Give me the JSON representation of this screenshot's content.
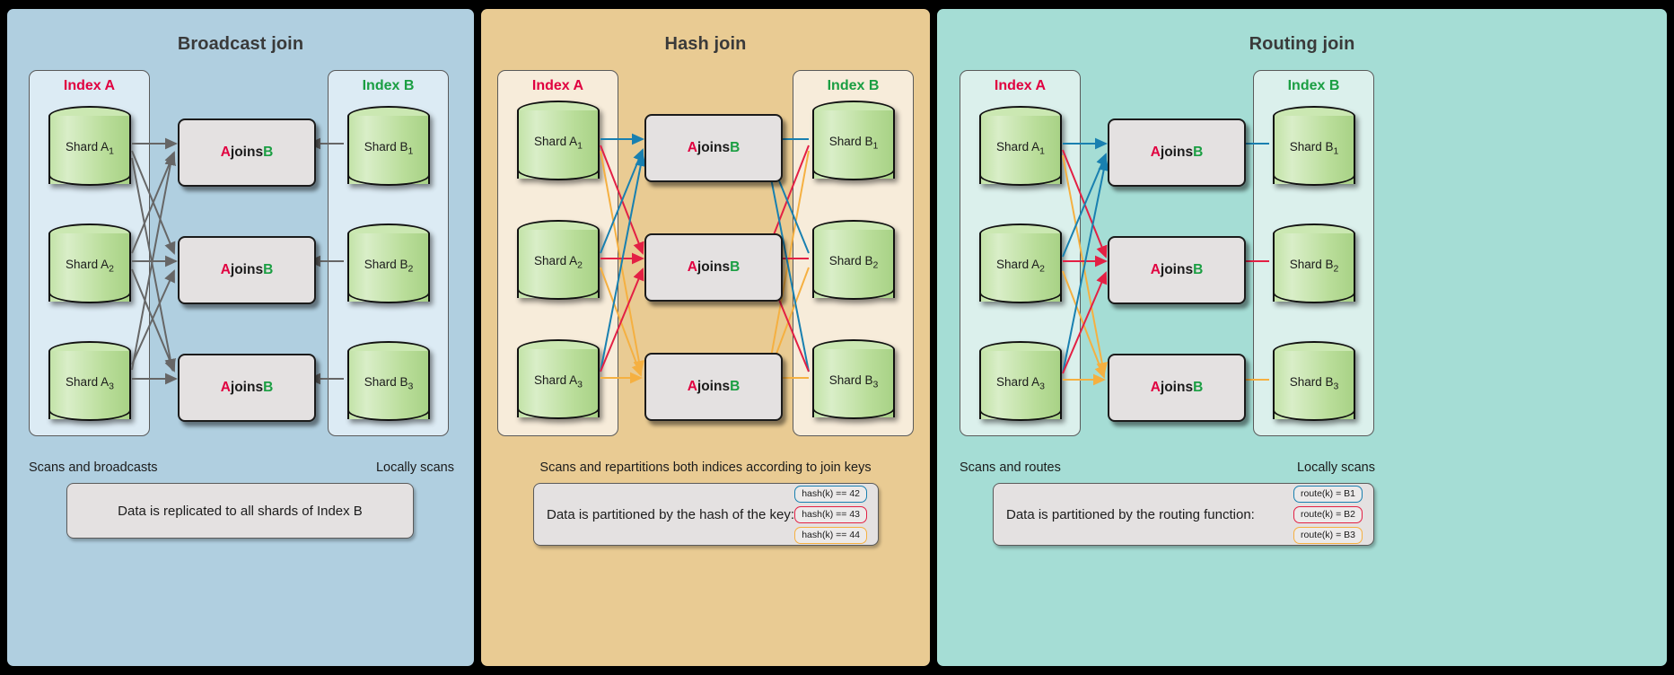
{
  "panels": [
    {
      "id": "broadcast",
      "title": "Broadcast join",
      "bg": "#b0cfe0",
      "index_a_label": "Index A",
      "index_b_label": "Index B",
      "shards_a": [
        "Shard A",
        "Shard A",
        "Shard A"
      ],
      "shards_a_sub": [
        "1",
        "2",
        "3"
      ],
      "shards_b": [
        "Shard B",
        "Shard B",
        "Shard B"
      ],
      "shards_b_sub": [
        "1",
        "2",
        "3"
      ],
      "join_label_a": "A",
      "join_label_mid": " joins ",
      "join_label_b": "B",
      "caption_left": "Scans and broadcasts",
      "caption_right": "Locally scans",
      "explain_text": "Data is replicated to all shards of Index B",
      "badges": []
    },
    {
      "id": "hash",
      "title": "Hash join",
      "bg": "#e9cb93",
      "index_a_label": "Index A",
      "index_b_label": "Index B",
      "shards_a": [
        "Shard A",
        "Shard A",
        "Shard A"
      ],
      "shards_a_sub": [
        "1",
        "2",
        "3"
      ],
      "shards_b": [
        "Shard B",
        "Shard B",
        "Shard B"
      ],
      "shards_b_sub": [
        "1",
        "2",
        "3"
      ],
      "join_label_a": "A",
      "join_label_mid": " joins ",
      "join_label_b": "B",
      "caption_center": "Scans and repartitions both indices according to join keys",
      "explain_text": "Data is partitioned by the hash of the key:",
      "badges": [
        {
          "text": "hash(k) == 42",
          "color": "blue"
        },
        {
          "text": "hash(k) == 43",
          "color": "red"
        },
        {
          "text": "hash(k) == 44",
          "color": "orange"
        }
      ]
    },
    {
      "id": "routing",
      "title": "Routing join",
      "bg": "#a5ddd5",
      "index_a_label": "Index A",
      "index_b_label": "Index B",
      "shards_a": [
        "Shard A",
        "Shard A",
        "Shard A"
      ],
      "shards_a_sub": [
        "1",
        "2",
        "3"
      ],
      "shards_b": [
        "Shard B",
        "Shard B",
        "Shard B"
      ],
      "shards_b_sub": [
        "1",
        "2",
        "3"
      ],
      "join_label_a": "A",
      "join_label_mid": " joins ",
      "join_label_b": "B",
      "caption_left": "Scans and routes",
      "caption_right": "Locally scans",
      "explain_text": "Data is partitioned by the routing function:",
      "badges": [
        {
          "text": "route(k) = B1",
          "color": "blue"
        },
        {
          "text": "route(k) = B2",
          "color": "red"
        },
        {
          "text": "route(k) = B3",
          "color": "orange"
        }
      ]
    }
  ],
  "colors": {
    "index_a": "#e00040",
    "index_b": "#1a9e42",
    "arrow_gray": "#666666",
    "arrow_blue": "#1980b0",
    "arrow_red": "#e32044",
    "arrow_orange": "#f5b041",
    "shard_fill": "#bde0a0",
    "join_fill": "#e4e1e1"
  }
}
